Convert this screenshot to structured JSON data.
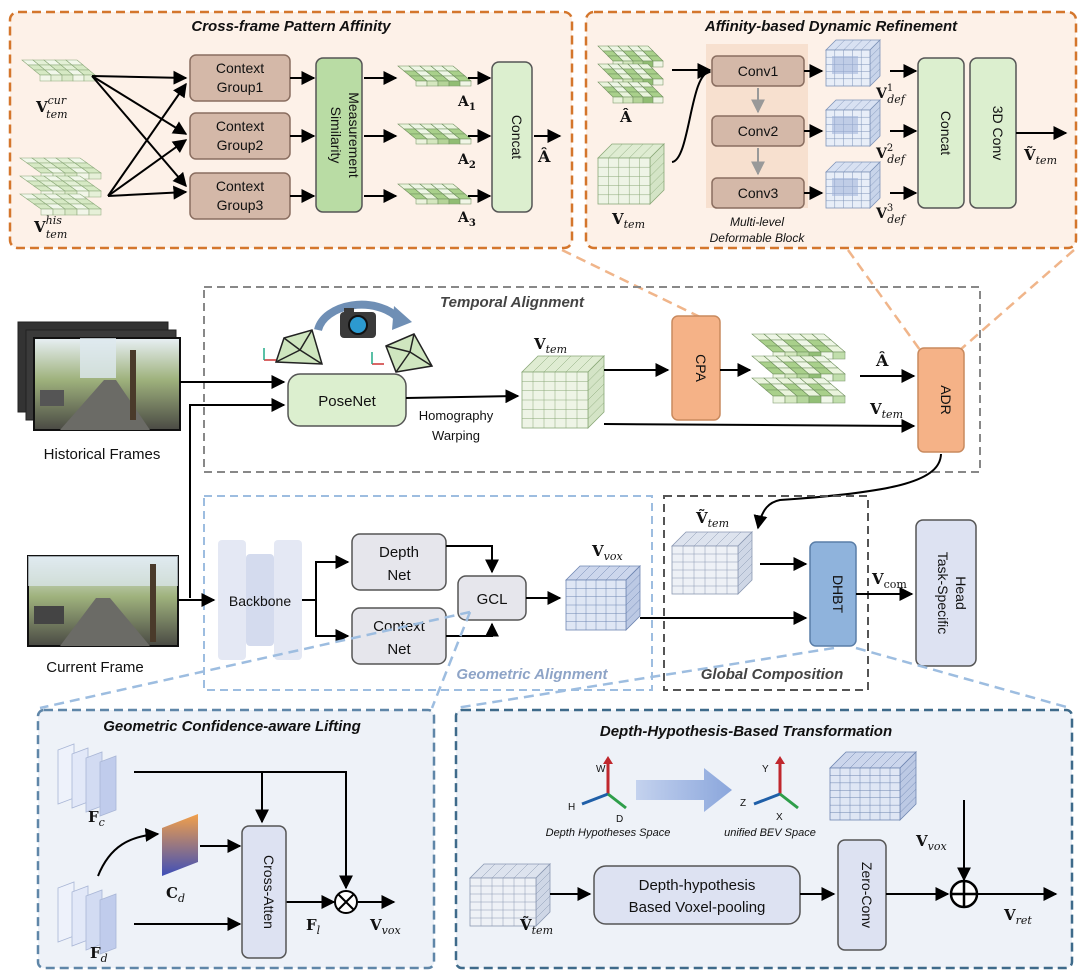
{
  "cpa_panel": {
    "title": "Cross-frame Pattern Affinity",
    "v_cur": "V",
    "v_cur_sup": "cur",
    "v_cur_sub": "tem",
    "v_his": "V",
    "v_his_sup": "his",
    "v_his_sub": "tem",
    "groups": [
      {
        "line1": "Context",
        "line2": "Group1"
      },
      {
        "line1": "Context",
        "line2": "Group2"
      },
      {
        "line1": "Context",
        "line2": "Group3"
      }
    ],
    "similarity_line1": "Similarity",
    "similarity_line2": "Measurement",
    "a_labels": [
      "A",
      "A",
      "A"
    ],
    "a_subs": [
      "1",
      "2",
      "3"
    ],
    "concat": "Concat",
    "a_hat": "Â"
  },
  "adr_panel": {
    "title": "Affinity-based Dynamic Refinement",
    "a_hat": "Â",
    "v_tem": "V",
    "v_tem_sub": "tem",
    "convs": [
      "Conv1",
      "Conv2",
      "Conv3"
    ],
    "block_line1": "Multi-level",
    "block_line2": "Deformable Block",
    "v_def": "V",
    "v_def_sub": "def",
    "v_def_sups": [
      "1",
      "2",
      "3"
    ],
    "concat": "Concat",
    "conv3d": "3D Conv",
    "v_tilde": "Ṽ",
    "v_tilde_sub": "tem"
  },
  "temporal_alignment": {
    "title": "Temporal Alignment",
    "posenet": "PoseNet",
    "homography_line1": "Homography",
    "homography_line2": "Warping",
    "v_tem": "V",
    "v_tem_sub": "tem",
    "cpa": "CPA",
    "a_hat": "Â",
    "adr": "ADR",
    "historical_frames": "Historical Frames"
  },
  "geometric_alignment": {
    "title": "Geometric Alignment",
    "current_frame": "Current Frame",
    "backbone": "Backbone",
    "depth_net_line1": "Depth",
    "depth_net_line2": "Net",
    "context_net_line1": "Context",
    "context_net_line2": "Net",
    "gcl": "GCL",
    "v_vox": "V",
    "v_vox_sub": "vox"
  },
  "global_composition": {
    "title": "Global Composition",
    "v_tilde": "Ṽ",
    "v_tilde_sub": "tem",
    "dhbt": "DHBT",
    "v_com": "V",
    "v_com_sub": "com",
    "head_line1": "Task-Specific",
    "head_line2": "Head"
  },
  "gcl_panel": {
    "title": "Geometric Confidence-aware Lifting",
    "f_c": "F",
    "f_c_sub": "c",
    "c_d": "C",
    "c_d_sub": "d",
    "f_d": "F",
    "f_d_sub": "d",
    "cross_atten": "Cross-Atten",
    "f_l": "F",
    "f_l_sub": "l",
    "v_vox": "V",
    "v_vox_sub": "vox"
  },
  "dhbt_panel": {
    "title": "Depth-Hypothesis-Based Transformation",
    "axis_w": "W",
    "axis_h": "H",
    "axis_d": "D",
    "axis_y": "Y",
    "axis_z": "Z",
    "axis_x": "X",
    "depth_space": "Depth Hypotheses Space",
    "bev_space": "unified BEV Space",
    "v_vox": "V",
    "v_vox_sub": "vox",
    "v_tilde": "Ṽ",
    "v_tilde_sub": "tem",
    "pooling_line1": "Depth-hypothesis",
    "pooling_line2": "Based Voxel-pooling",
    "zero_conv": "Zero-Conv",
    "v_ret": "V",
    "v_ret_sub": "ret"
  },
  "colors": {
    "orange_border": "#d4762c",
    "orange_fill": "#fdf1e8",
    "blue_border": "#3e6a8a",
    "blue_fill": "#eef2f8",
    "group_box": "#d4b8a8",
    "green_box": "#dcefcf",
    "cpa_box": "#f5b287",
    "dhbt_box": "#8fb3dc"
  }
}
